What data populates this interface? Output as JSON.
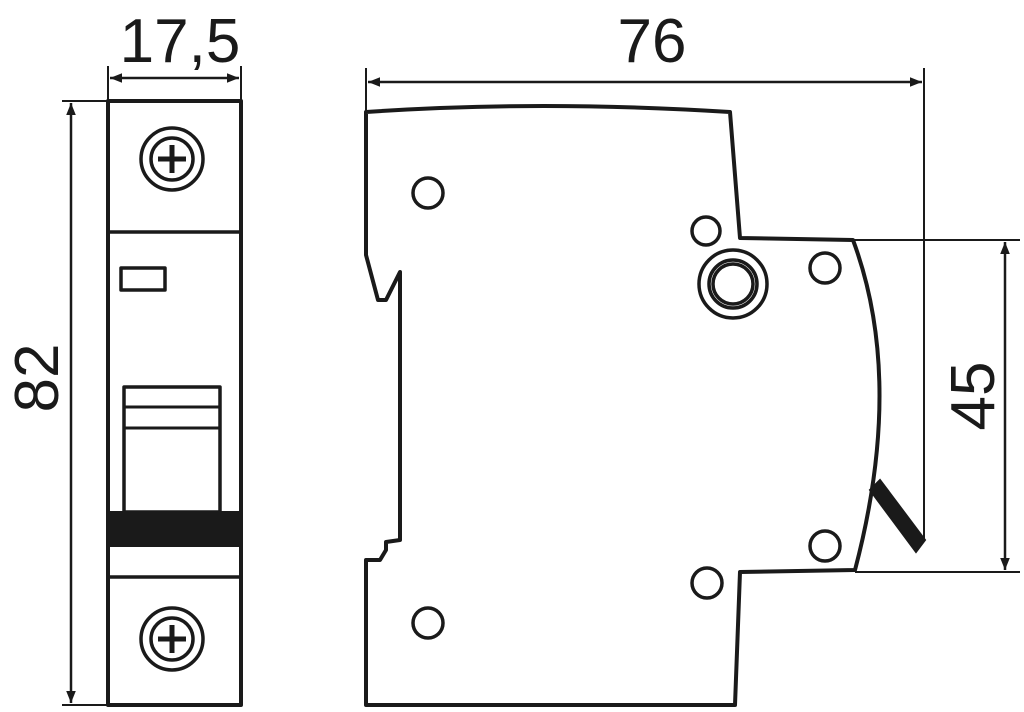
{
  "dimensions": {
    "width_label": "17,5",
    "depth_label": "76",
    "height_label": "82",
    "front_height_label": "45"
  },
  "colors": {
    "line": "#1a1a1a",
    "background": "#ffffff"
  }
}
